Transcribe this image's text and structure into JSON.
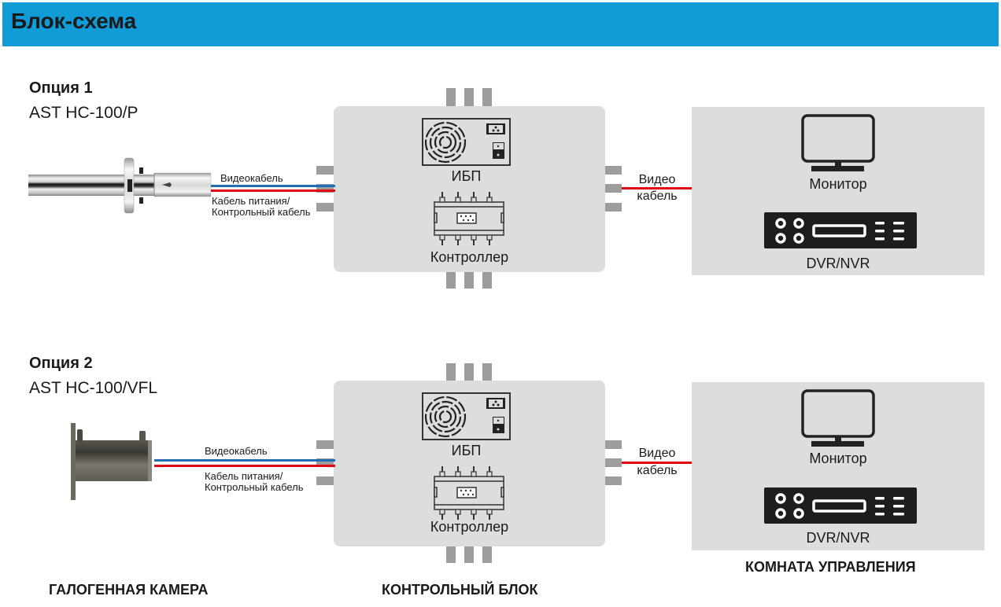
{
  "header": {
    "title": "Блок-схема",
    "bar_color": "#119bd7"
  },
  "colors": {
    "video_cable": "#1f6fb4",
    "power_cable": "#e30613",
    "block_bg": "#dcdddd",
    "stub": "#9d9d9c"
  },
  "options": [
    {
      "title": "Опция 1",
      "model": "AST HC-100/P",
      "camera_icon": "probe-camera-icon",
      "video_cable_label": "Видеокабель",
      "power_cable_label_1": "Кабель питания/",
      "power_cable_label_2": "Контрольный кабель",
      "control_block": {
        "ups_label": "ИБП",
        "controller_label": "Контроллер"
      },
      "output_cable_label_1": "Видео",
      "output_cable_label_2": "кабель",
      "control_room": {
        "monitor_label": "Монитор",
        "recorder_label": "DVR/NVR"
      }
    },
    {
      "title": "Опция 2",
      "model": "AST HC-100/VFL",
      "camera_icon": "flange-camera-icon",
      "video_cable_label": "Видеокабель",
      "power_cable_label_1": "Кабель питания/",
      "power_cable_label_2": "Контрольный кабель",
      "control_block": {
        "ups_label": "ИБП",
        "controller_label": "Контроллер"
      },
      "output_cable_label_1": "Видео",
      "output_cable_label_2": "кабель",
      "control_room": {
        "monitor_label": "Монитор",
        "recorder_label": "DVR/NVR"
      }
    }
  ],
  "footer_labels": {
    "camera": "ГАЛОГЕННАЯ КАМЕРА",
    "control_block": "КОНТРОЛЬНЫЙ БЛОК",
    "control_room": "КОМНАТА УПРАВЛЕНИЯ"
  }
}
